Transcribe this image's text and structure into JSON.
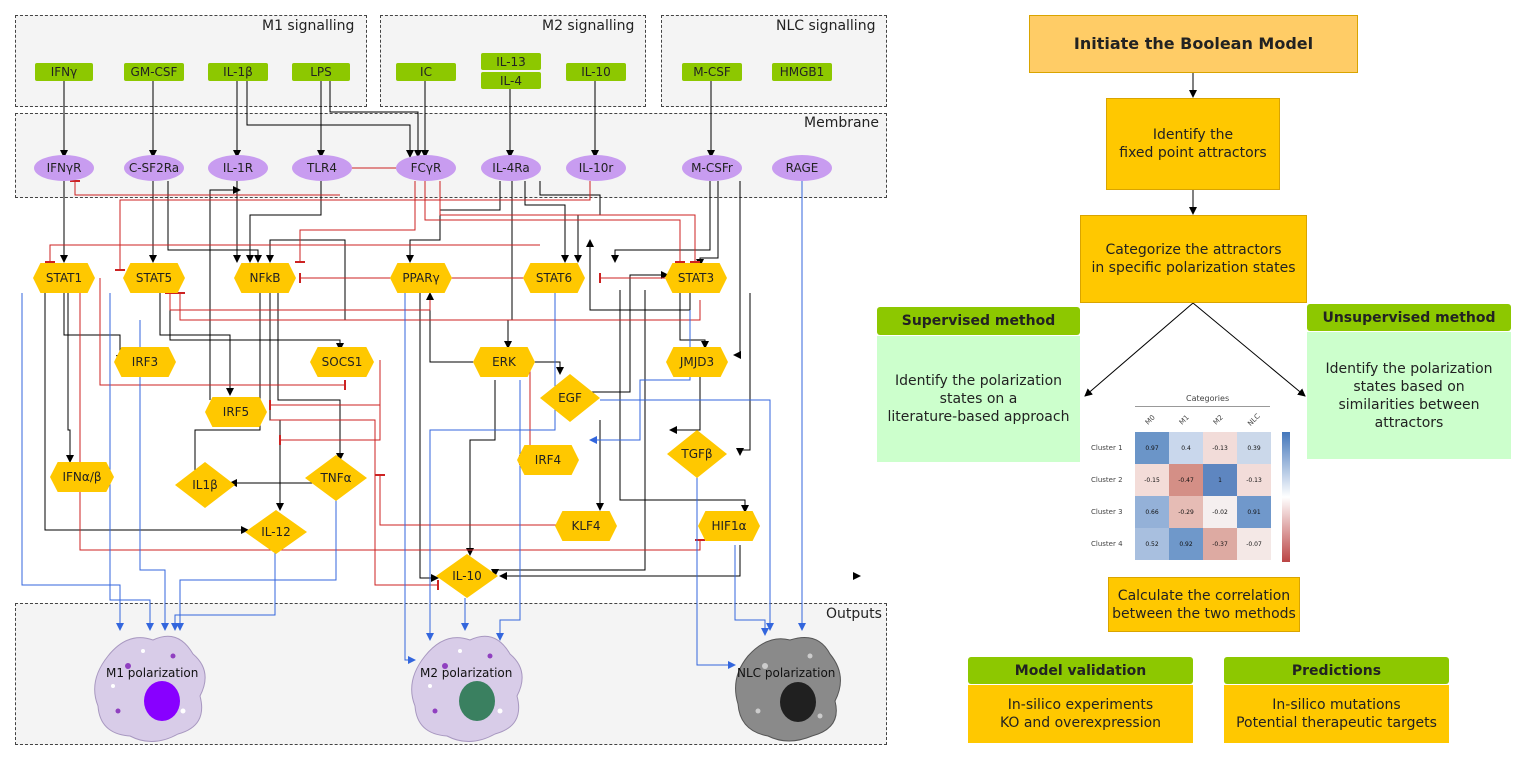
{
  "panels": {
    "m1": "M1 signalling",
    "m2": "M2 signalling",
    "nlc": "NLC signalling",
    "membrane": "Membrane",
    "outputs": "Outputs"
  },
  "ligands": {
    "ifng": "IFNγ",
    "gmcsf": "GM-CSF",
    "il1b": "IL-1β",
    "lps": "LPS",
    "ic": "IC",
    "il13": "IL-13",
    "il4": "IL-4",
    "il10": "IL-10",
    "mcsf": "M-CSF",
    "hmgb1": "HMGB1"
  },
  "receptors": {
    "ifngr": "IFNγR",
    "csf2ra": "C-SF2Ra",
    "il1r": "IL-1R",
    "tlr4": "TLR4",
    "fcgr": "FCγR",
    "il4ra": "IL-4Ra",
    "il10r": "IL-10r",
    "mcsfr": "M-CSFr",
    "rage": "RAGE"
  },
  "nodes": {
    "stat1": "STAT1",
    "stat5": "STAT5",
    "nfkb": "NFkB",
    "pparg": "PPARγ",
    "stat6": "STAT6",
    "stat3": "STAT3",
    "irf3": "IRF3",
    "socs1": "SOCS1",
    "erk": "ERK",
    "jmjd3": "JMJD3",
    "irf5": "IRF5",
    "egf": "EGF",
    "irf4": "IRF4",
    "tgfb": "TGFβ",
    "ifnab": "IFNα/β",
    "il1b_out": "IL1β",
    "tnfa": "TNFα",
    "klf4": "KLF4",
    "hif1a": "HIF1α",
    "il12": "IL-12",
    "il10_out": "IL-10"
  },
  "outputs": {
    "m1": "M1 polarization",
    "m2": "M2 polarization",
    "nlc": "NLC polarization"
  },
  "flow": {
    "initiate": "Initiate the Boolean Model",
    "identify_line1": "Identify the",
    "identify_line2": "fixed point attractors",
    "categorize_line1": "Categorize the attractors",
    "categorize_line2": "in specific polarization states",
    "supervised_header": "Supervised method",
    "supervised_line1": "Identify the polarization",
    "supervised_line2": "states on a",
    "supervised_line3": "literature-based approach",
    "unsupervised_header": "Unsupervised method",
    "unsupervised_line1": "Identify the polarization",
    "unsupervised_line2": "states based on",
    "unsupervised_line3": "similarities between",
    "unsupervised_line4": "attractors",
    "correlation_line1": "Calculate the correlation",
    "correlation_line2": "between the two methods",
    "validation_header": "Model validation",
    "validation_line1": "In-silico experiments",
    "validation_line2": "KO and overexpression",
    "predictions_header": "Predictions",
    "predictions_line1": "In-silico mutations",
    "predictions_line2": "Potential therapeutic targets"
  },
  "heatmap": {
    "title": "Categories",
    "columns": [
      "M0",
      "M1",
      "M2",
      "NLC"
    ],
    "rows": [
      {
        "label": "Cluster 1",
        "values": [
          "0.97",
          "0.4",
          "-0.13",
          "0.39"
        ],
        "colors": [
          "#6b95c8",
          "#c9d7ec",
          "#f2dcd9",
          "#cbd8ea"
        ]
      },
      {
        "label": "Cluster 2",
        "values": [
          "-0.15",
          "-0.47",
          "1",
          "-0.13"
        ],
        "colors": [
          "#f3dcd8",
          "#d48f86",
          "#5e86c0",
          "#f2dcd9"
        ]
      },
      {
        "label": "Cluster 3",
        "values": [
          "0.66",
          "-0.29",
          "-0.02",
          "0.91"
        ],
        "colors": [
          "#94b1d8",
          "#e6bcb5",
          "#f5efef",
          "#7098cb"
        ]
      },
      {
        "label": "Cluster 4",
        "values": [
          "0.52",
          "0.92",
          "-0.37",
          "-0.07"
        ],
        "colors": [
          "#a8bfdf",
          "#6f98ca",
          "#ddaaa2",
          "#f4e8e6"
        ]
      }
    ]
  },
  "colors": {
    "ligand": "#8dc800",
    "receptor": "#c89cf0",
    "node": "#ffc800",
    "activation_edge": "#000000",
    "inhibition_edge": "#cc2222",
    "output_edge": "#3366dd",
    "m1_nucleus": "#8800ff",
    "m2_nucleus": "#3a8060",
    "nlc_nucleus": "#202020"
  }
}
